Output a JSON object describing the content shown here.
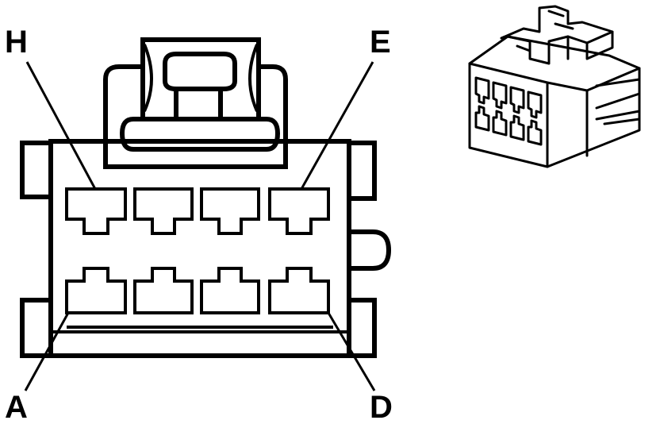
{
  "labels": {
    "h": "H",
    "e": "E",
    "a": "A",
    "d": "D"
  },
  "colors": {
    "line": "#000000",
    "background": "#ffffff"
  }
}
